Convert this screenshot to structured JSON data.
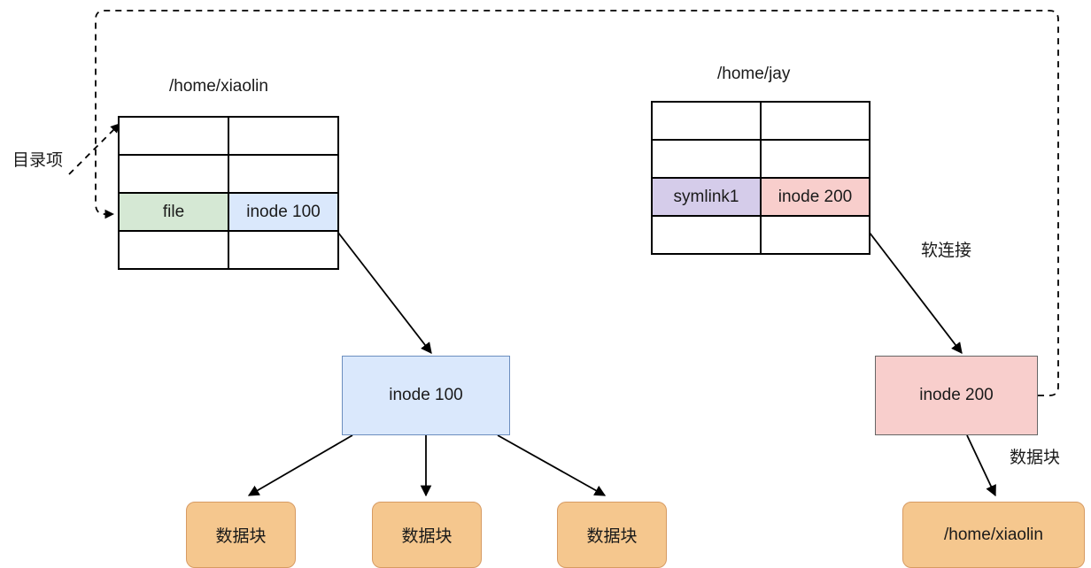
{
  "diagram": {
    "title_left": "/home/xiaolin",
    "title_right": "/home/jay",
    "label_dirent": "目录项",
    "label_symlink": "软连接",
    "label_datablock_right": "数据块"
  },
  "left_table": {
    "name": "/home/xiaolin",
    "rows": [
      {
        "col1": "",
        "col2": "",
        "highlight": false
      },
      {
        "col1": "",
        "col2": "",
        "highlight": false
      },
      {
        "col1": "file",
        "col2": "inode 100",
        "highlight": true
      },
      {
        "col1": "",
        "col2": "",
        "highlight": false
      }
    ],
    "highlight_colors": {
      "col1": "#d5e8d4",
      "col2": "#dae8fc"
    }
  },
  "right_table": {
    "name": "/home/jay",
    "rows": [
      {
        "col1": "",
        "col2": "",
        "highlight": false
      },
      {
        "col1": "",
        "col2": "",
        "highlight": false
      },
      {
        "col1": "symlink1",
        "col2": "inode 200",
        "highlight": true
      },
      {
        "col1": "",
        "col2": "",
        "highlight": false
      }
    ],
    "highlight_colors": {
      "col1": "#d5ccea",
      "col2": "#f8cecc"
    }
  },
  "nodes": {
    "inode100": "inode 100",
    "inode200": "inode 200",
    "datablock1": "数据块",
    "datablock2": "数据块",
    "datablock3": "数据块",
    "symlink_target": "/home/xiaolin"
  },
  "colors": {
    "blue_fill": "#dae8fc",
    "blue_stroke": "#6c8ebf",
    "green_fill": "#d5e8d4",
    "pink_fill": "#f8cecc",
    "pink_stroke": "#666666",
    "purple_fill": "#d5ccea",
    "orange_fill": "#f5c78e",
    "orange_stroke": "#d79b63",
    "line": "#000000"
  }
}
